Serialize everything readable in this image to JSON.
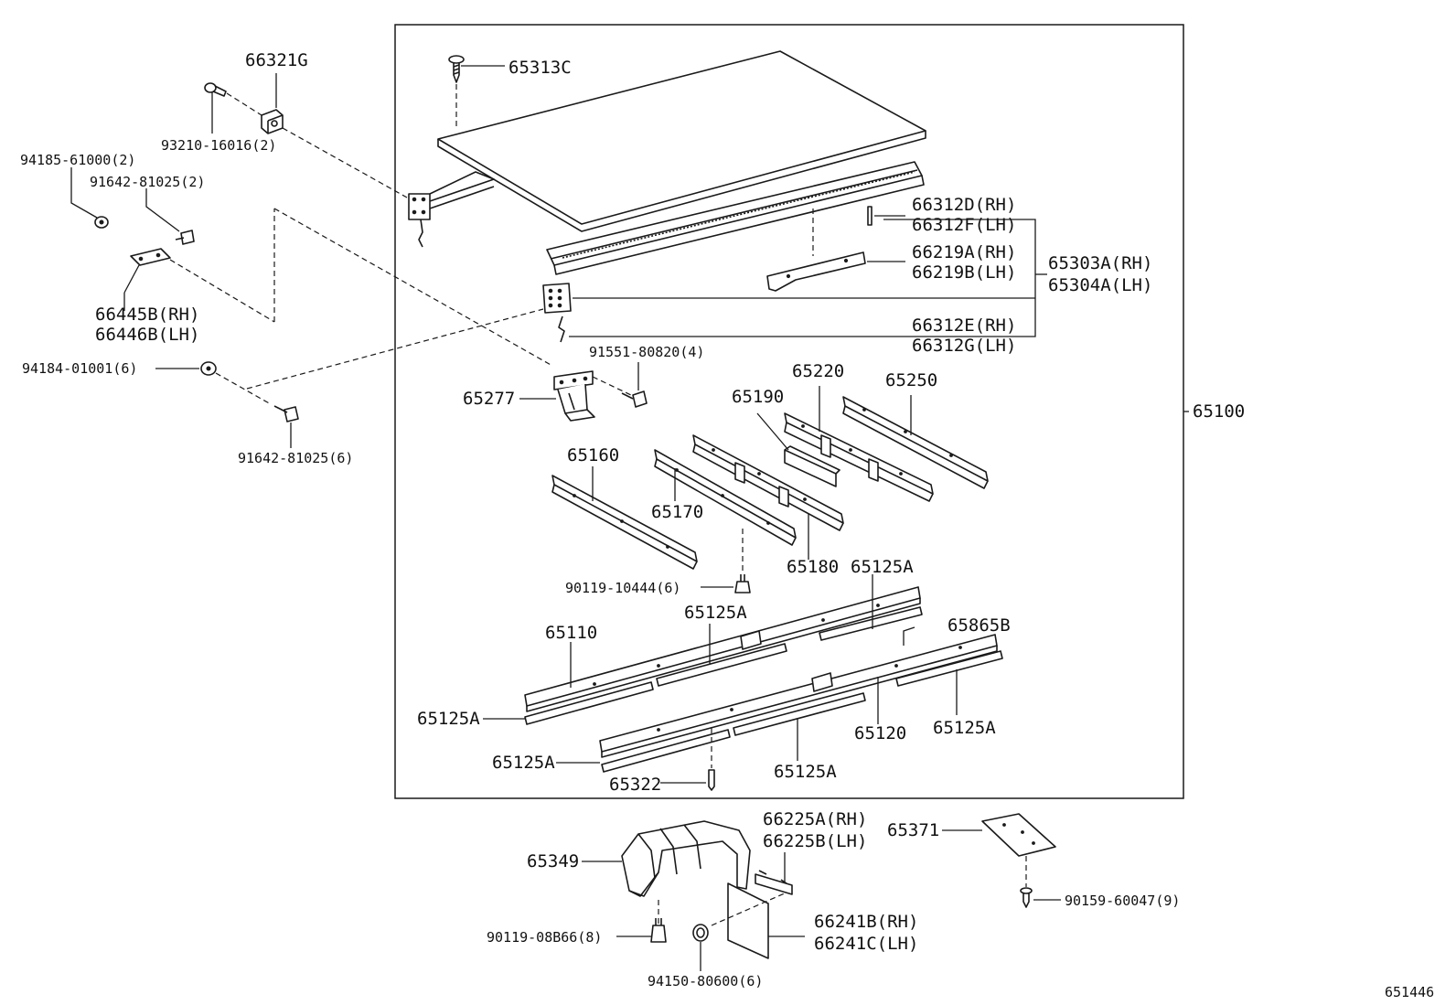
{
  "labels": {
    "p66321G": "66321G",
    "p93210": "93210-16016(2)",
    "p94185": "94185-61000(2)",
    "p91642a": "91642-81025(2)",
    "p66445B": "66445B(RH)",
    "p66446B": "66446B(LH)",
    "p94184": "94184-01001(6)",
    "p91642b": "91642-81025(6)",
    "p65313C": "65313C",
    "p66312D": "66312D(RH)",
    "p66312F": "66312F(LH)",
    "p66219A": "66219A(RH)",
    "p66219B": "66219B(LH)",
    "p65303A": "65303A(RH)",
    "p65304A": "65304A(LH)",
    "p66312E": "66312E(RH)",
    "p66312G": "66312G(LH)",
    "p91551": "91551-80820(4)",
    "p65277": "65277",
    "p65220": "65220",
    "p65250": "65250",
    "p65190": "65190",
    "p65100": "65100",
    "p65160": "65160",
    "p65170": "65170",
    "p65180": "65180",
    "p65125A_1": "65125A",
    "p90119_10444": "90119-10444(6)",
    "p65125A_2": "65125A",
    "p65865B": "65865B",
    "p65110": "65110",
    "p65125A_3": "65125A",
    "p65120": "65120",
    "p65125A_4": "65125A",
    "p65125A_5": "65125A",
    "p65125A_6": "65125A",
    "p65322": "65322",
    "p66225A": "66225A(RH)",
    "p66225B": "66225B(LH)",
    "p65371": "65371",
    "p65349": "65349",
    "p90159": "90159-60047(9)",
    "p90119_08B66": "90119-08B66(8)",
    "p66241B": "66241B(RH)",
    "p66241C": "66241C(LH)",
    "p94150": "94150-80600(6)"
  },
  "diagram_code": "651446"
}
